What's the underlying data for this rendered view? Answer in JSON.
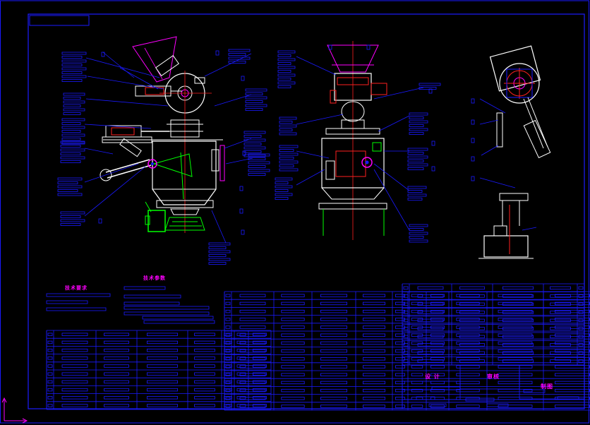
{
  "drawing": {
    "background": "#000000",
    "colors": {
      "frame": "#1a1aff",
      "leader": "#2626ff",
      "part": "#ffffff",
      "accent": "#ff00ff",
      "centerline": "#ff2020",
      "hatch": "#00ff00",
      "highlight": "#ffff00",
      "teal": "#00c0c0"
    }
  },
  "notes": {
    "left_heading": "技术要求",
    "right_heading": "技术参数"
  },
  "title_block": {
    "cell_a": "设 计",
    "cell_b": "审核",
    "cell_c": "制图"
  },
  "views": [
    "front-view",
    "side-view",
    "detail-view"
  ]
}
